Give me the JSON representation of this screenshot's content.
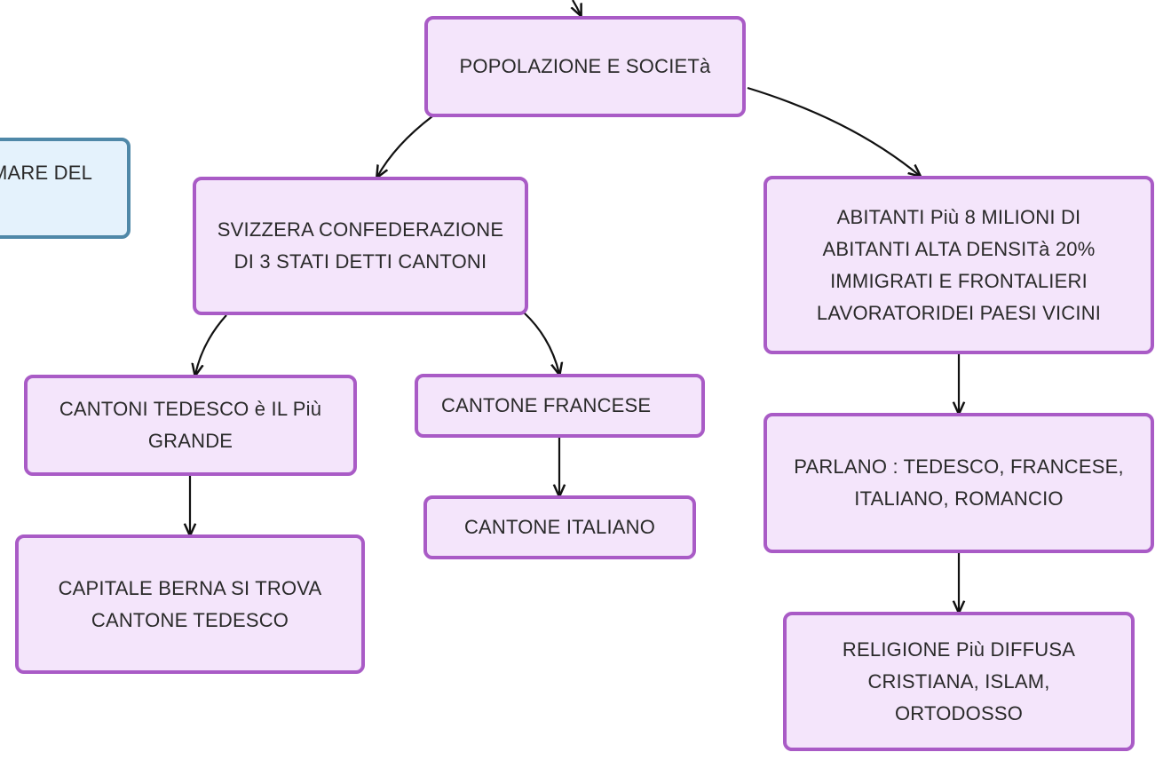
{
  "nodes": {
    "popolazione": "POPOLAZIONE E SOCIETà",
    "mare": "MARE DEL",
    "svizzera": "SVIZZERA CONFEDERAZIONE\nDI 3 STATI DETTI  CANTONI",
    "abitanti": "ABITANTI Più 8 MILIONI DI\nABITANTI ALTA DENSITà 20%\nIMMIGRATI E FRONTALIERI\nLAVORATORIDEI PAESI VICINI",
    "tedesco": "CANTONI TEDESCO è IL Più\nGRANDE",
    "francese": "CANTONE FRANCESE",
    "italiano": "CANTONE ITALIANO",
    "capitale": "CAPITALE BERNA SI TROVA\nCANTONE TEDESCO",
    "parlano": "PARLANO : TEDESCO, FRANCESE,\nITALIANO, ROMANCIO",
    "religione": "RELIGIONE Più DIFFUSA\nCRISTIANA, ISLAM,\nORTODOSSO"
  },
  "colors": {
    "node_fill": "#f4e5fb",
    "node_border": "#a95bc6",
    "blue_fill": "#e4f2fc",
    "blue_border": "#4f88a8",
    "edge": "#111111"
  }
}
